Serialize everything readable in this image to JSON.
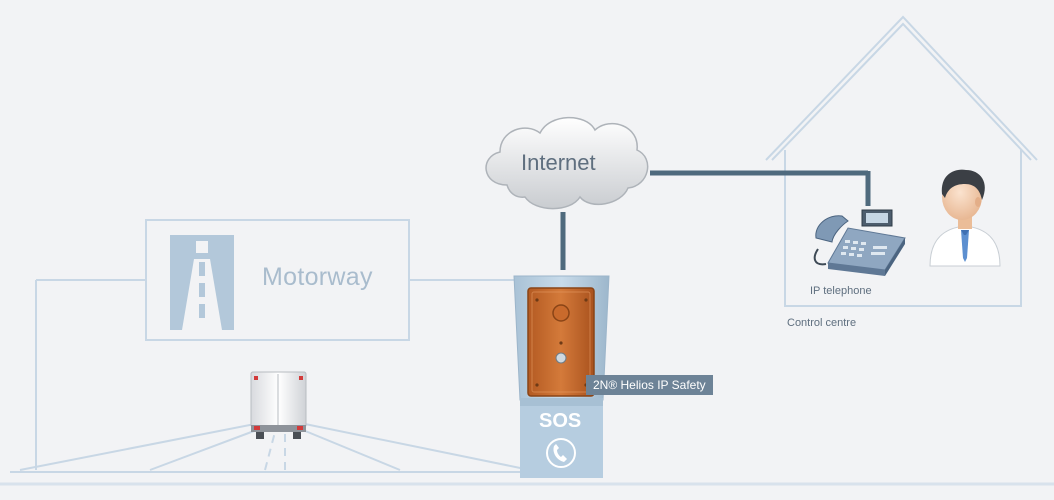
{
  "labels": {
    "cloud": "Internet",
    "sign": "Motorway",
    "device": "2N® Helios IP Safety",
    "sos": "SOS",
    "telephone": "IP telephone",
    "building": "Control centre"
  },
  "colors": {
    "background": "#f2f3f5",
    "line": "#c8d7e5",
    "connection": "#4f6a7d",
    "pillar": "#b6cde0",
    "intercom": "#c86a2c",
    "label_bg": "#6d8397"
  },
  "icons": {
    "sign": "motorway-symbol-icon",
    "sos": "telephone-handset-icon",
    "cloud": "cloud-icon",
    "telephone": "desk-phone-icon",
    "operator": "operator-person-icon",
    "vehicle": "van-icon"
  }
}
